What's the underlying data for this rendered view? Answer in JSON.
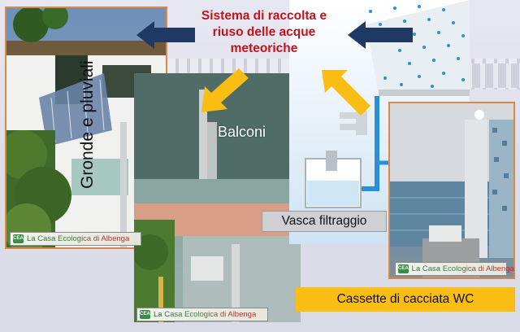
{
  "title": "Sistema di raccolta e riuso delle acque meteoriche",
  "labels": {
    "balconi": "Balconi",
    "gronde": "Gronde e pluviali",
    "vasca": "Vasca filtraggio",
    "cassette": "Cassette di cacciata WC"
  },
  "badges": [
    {
      "text": "La Casa Ecologica di Albenga"
    },
    {
      "text": "La Casa Ecologica di Albenga"
    },
    {
      "text": "La Casa Ecologica di Albenga"
    }
  ],
  "colors": {
    "title": "#c0141d",
    "dark_arrow": "#1f3864",
    "yellow_arrow": "#f9bd14",
    "frame": "#d8894a",
    "rain": "#2b8fd6"
  }
}
